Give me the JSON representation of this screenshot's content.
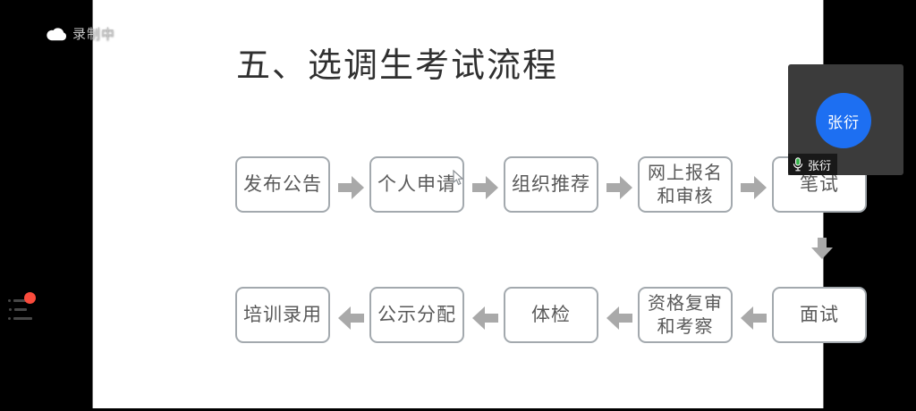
{
  "recording": {
    "label": "录制中"
  },
  "slide": {
    "title": "五、选调生考试流程",
    "flow": {
      "row1": [
        {
          "lines": [
            "发布公告"
          ]
        },
        {
          "lines": [
            "个人申请"
          ]
        },
        {
          "lines": [
            "组织推荐"
          ]
        },
        {
          "lines": [
            "网上报名",
            "和审核"
          ]
        },
        {
          "lines": [
            "笔试"
          ]
        }
      ],
      "row2": [
        {
          "lines": [
            "培训录用"
          ]
        },
        {
          "lines": [
            "公示分配"
          ]
        },
        {
          "lines": [
            "体检"
          ]
        },
        {
          "lines": [
            "资格复审",
            "和考察"
          ]
        },
        {
          "lines": [
            "面试"
          ]
        }
      ]
    }
  },
  "participant": {
    "avatar_text": "张衍",
    "name": "张衍"
  },
  "colors": {
    "avatar_blue": "#1d6ff2",
    "arrow_gray": "#a9a9a9",
    "box_border": "#a3a9ae",
    "box_text": "#595959",
    "badge_red": "#fa4b3c",
    "tile_bg": "#3b3b3b"
  },
  "icons": {
    "cloud": "cloud-icon",
    "mic": "mic-icon",
    "list": "list-annotation-icon",
    "cursor": "mouse-cursor-icon"
  }
}
